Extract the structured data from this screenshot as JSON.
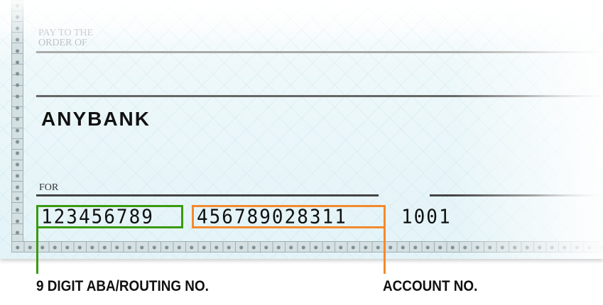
{
  "check": {
    "pay_to_label_line1": "PAY TO THE",
    "pay_to_label_line2": "ORDER OF",
    "bank_name": "ANYBANK",
    "for_label": "FOR",
    "routing_number": "123456789",
    "account_number": "456789028311",
    "check_number": "1001"
  },
  "annotations": {
    "routing_label": "9 DIGIT ABA/ROUTING NO.",
    "account_label": "ACCOUNT NO.",
    "routing_color": "#3a9a10",
    "account_color": "#f28a2e"
  }
}
